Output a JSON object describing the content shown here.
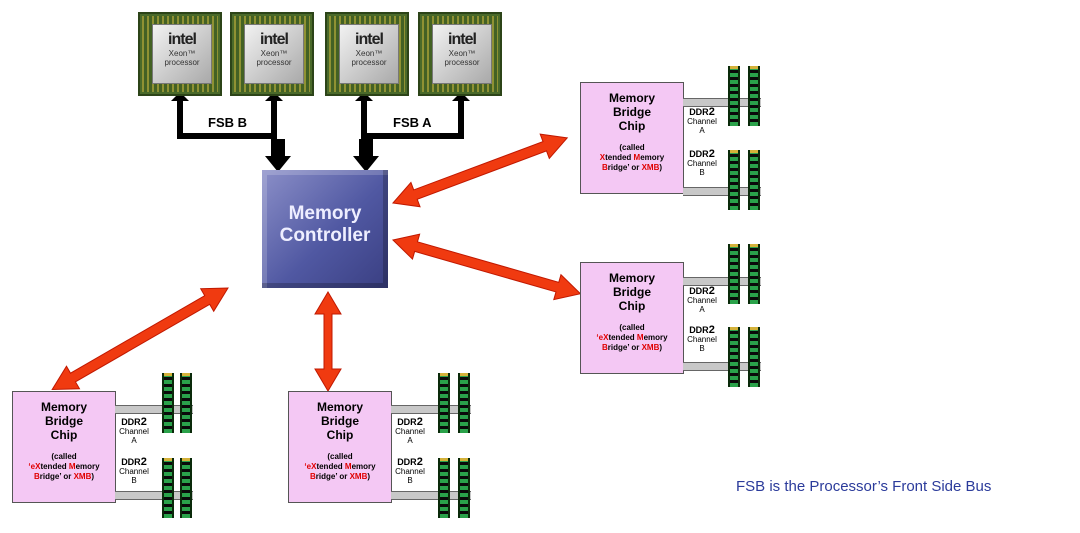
{
  "processors": [
    {
      "brand": "intel",
      "model_line1": "Xeon™",
      "model_line2": "processor"
    },
    {
      "brand": "intel",
      "model_line1": "Xeon™",
      "model_line2": "processor"
    },
    {
      "brand": "intel",
      "model_line1": "Xeon™",
      "model_line2": "processor"
    },
    {
      "brand": "intel",
      "model_line1": "Xeon™",
      "model_line2": "processor"
    }
  ],
  "fsb_labels": [
    "FSB B",
    "FSB A"
  ],
  "memory_controller": {
    "line1": "Memory",
    "line2": "Controller"
  },
  "bridge_chips": [
    {
      "title": [
        "Memory",
        "Bridge",
        "Chip"
      ],
      "called_prefix": "(called",
      "name_a": "X",
      "name_b": "tended ",
      "name_c": "M",
      "name_d": "emory",
      "name_e": "B",
      "name_f": "ridge’ or ",
      "name_g": "XMB",
      "name_h": ")"
    },
    {
      "title": [
        "Memory",
        "Bridge",
        "Chip"
      ],
      "called_prefix": "(called",
      "name_a": "‘eX",
      "name_b": "tended ",
      "name_c": "M",
      "name_d": "emory",
      "name_e": "B",
      "name_f": "ridge’ or ",
      "name_g": "XMB",
      "name_h": ")"
    },
    {
      "title": [
        "Memory",
        "Bridge",
        "Chip"
      ],
      "called_prefix": "(called",
      "name_a": "‘eX",
      "name_b": "tended ",
      "name_c": "M",
      "name_d": "emory",
      "name_e": "B",
      "name_f": "ridge’ or ",
      "name_g": "XMB",
      "name_h": ")"
    },
    {
      "title": [
        "Memory",
        "Bridge",
        "Chip"
      ],
      "called_prefix": "(called",
      "name_a": "‘eX",
      "name_b": "tended ",
      "name_c": "M",
      "name_d": "emory",
      "name_e": "B",
      "name_f": "ridge’ or ",
      "name_g": "XMB",
      "name_h": ")"
    }
  ],
  "channel_labels": {
    "ddr": "DDR",
    "ddr_num": "2",
    "channel": "Channel",
    "a": "A",
    "b": "B"
  },
  "colors": {
    "arrow": "#f03a10",
    "arrow_outline": "#c01800",
    "note_text": "#2b3b9b",
    "highlight": "#e00000"
  },
  "note": "FSB is the Processor’s Front Side Bus"
}
